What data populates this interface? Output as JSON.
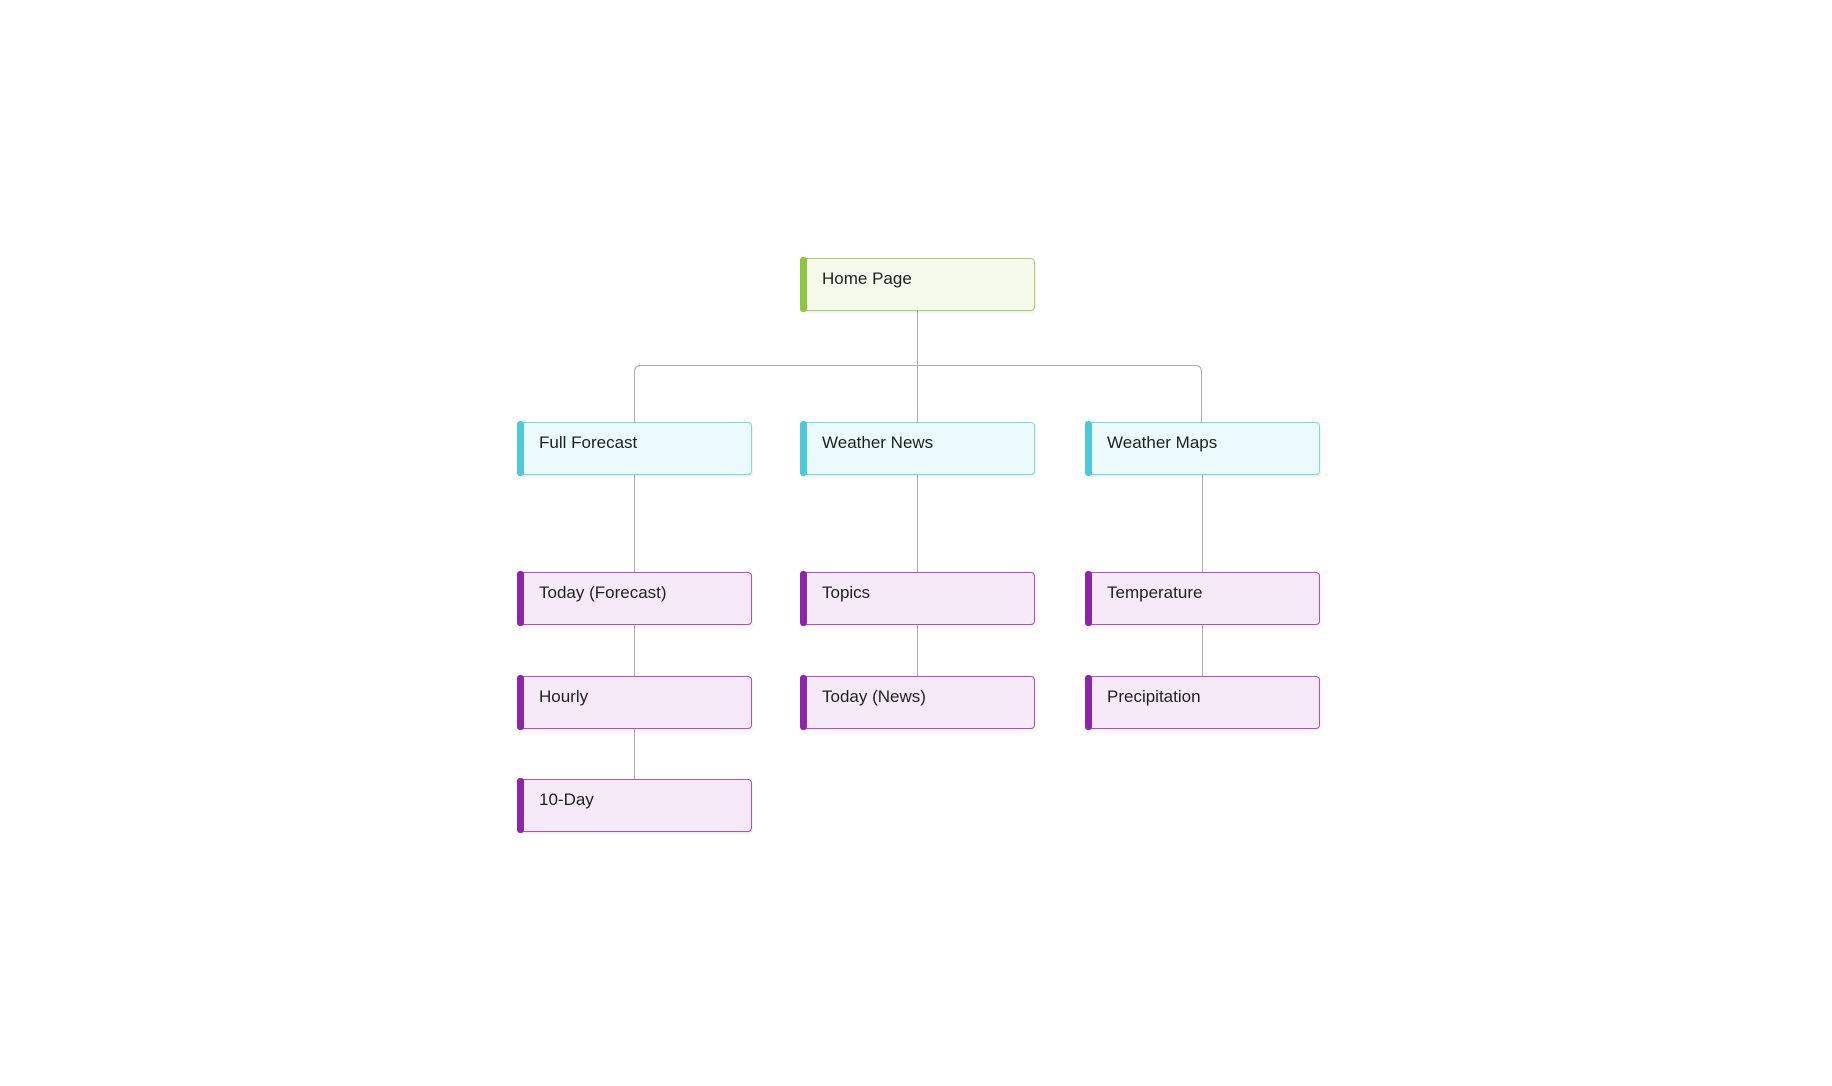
{
  "palette": {
    "root_accent": "#8dc63f",
    "root_border": "#a9cf6e",
    "root_bg": "#f5faec",
    "l1_accent": "#4ec9db",
    "l1_border": "#7fd6e2",
    "l1_bg": "#eafafd",
    "l2_accent": "#8e24aa",
    "l2_border": "#b04fc4",
    "l2_bg": "#f6eaf8",
    "connector": "#ababab",
    "text": "#1f1f1f"
  },
  "nodes": {
    "home": {
      "label": "Home Page"
    },
    "full_forecast": {
      "label": "Full Forecast"
    },
    "weather_news": {
      "label": "Weather News"
    },
    "weather_maps": {
      "label": "Weather Maps"
    },
    "today_forecast": {
      "label": "Today (Forecast)"
    },
    "topics": {
      "label": "Topics"
    },
    "temperature": {
      "label": "Temperature"
    },
    "hourly": {
      "label": "Hourly"
    },
    "today_news": {
      "label": "Today (News)"
    },
    "precipitation": {
      "label": "Precipitation"
    },
    "ten_day": {
      "label": "10-Day"
    }
  },
  "tree": {
    "root": "Home Page",
    "children": [
      {
        "label": "Full Forecast",
        "children": [
          "Today (Forecast)",
          "Hourly",
          "10-Day"
        ]
      },
      {
        "label": "Weather News",
        "children": [
          "Topics",
          "Today (News)"
        ]
      },
      {
        "label": "Weather Maps",
        "children": [
          "Temperature",
          "Precipitation"
        ]
      }
    ]
  }
}
